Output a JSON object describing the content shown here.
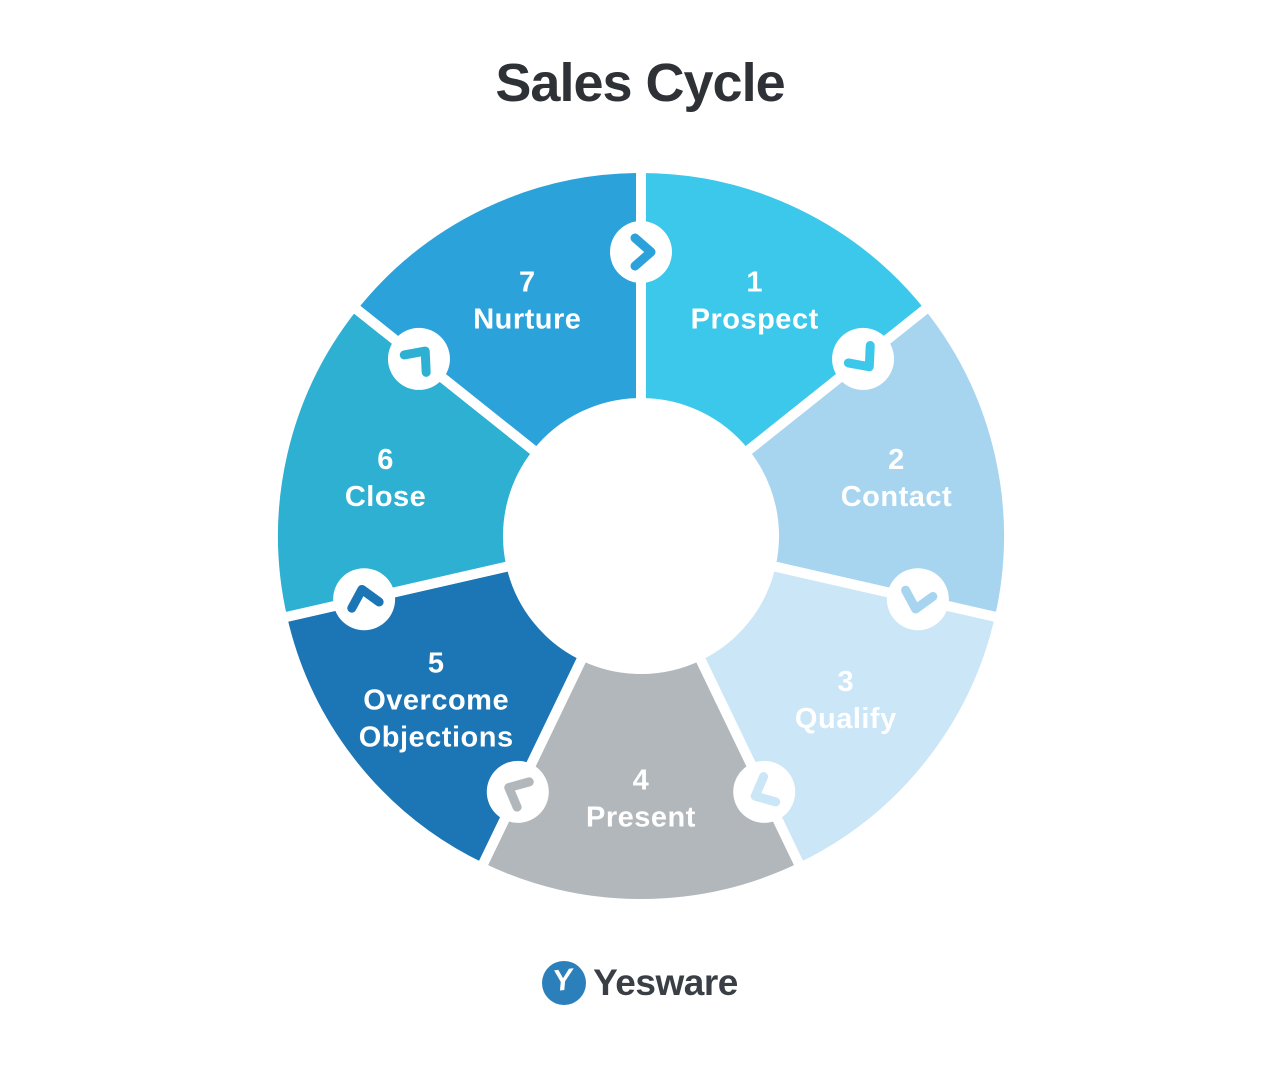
{
  "title": "Sales Cycle",
  "diagram": {
    "type": "cycle-wheel",
    "direction": "clockwise",
    "label_color": "#FFFFFF",
    "segments": [
      {
        "number": "1",
        "label": "Prospect",
        "color": "#3CC8EA"
      },
      {
        "number": "2",
        "label": "Contact",
        "color": "#A7D5F0"
      },
      {
        "number": "3",
        "label": "Qualify",
        "color": "#CBE6F6"
      },
      {
        "number": "4",
        "label": "Present",
        "color": "#B1B7BB"
      },
      {
        "number": "5",
        "label": "Overcome Objections",
        "color": "#1C75B5"
      },
      {
        "number": "6",
        "label": "Close",
        "color": "#2DB0D2"
      },
      {
        "number": "7",
        "label": "Nurture",
        "color": "#2CA2DB"
      }
    ],
    "connector_icon": "chevron-right-icon"
  },
  "colors": {
    "background": "#FFFFFF",
    "title": "#2E3136"
  },
  "footer": {
    "brand": "Yesware",
    "logo_letter": "Y",
    "logo_color": "#2B7FBA",
    "brand_text_color": "#3A3F46"
  }
}
